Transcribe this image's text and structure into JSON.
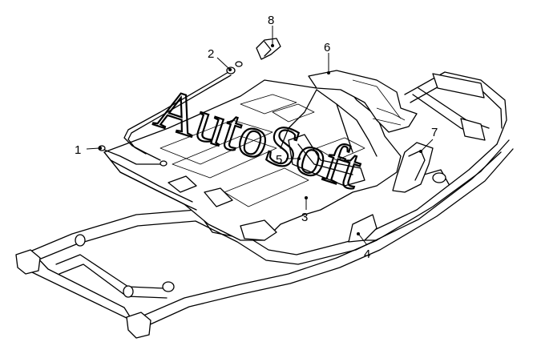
{
  "diagram": {
    "watermark": "AutoSoft",
    "callouts": [
      {
        "id": "1",
        "label": "1"
      },
      {
        "id": "2",
        "label": "2"
      },
      {
        "id": "3",
        "label": "3"
      },
      {
        "id": "4",
        "label": "4"
      },
      {
        "id": "5",
        "label": "5"
      },
      {
        "id": "6",
        "label": "6"
      },
      {
        "id": "7",
        "label": "7"
      },
      {
        "id": "8",
        "label": "8"
      }
    ]
  }
}
